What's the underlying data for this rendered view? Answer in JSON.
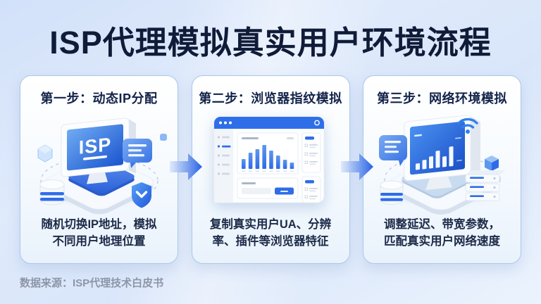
{
  "page": {
    "title": "ISP代理模拟真实用户环境流程",
    "footer": "数据来源：ISP代理技术白皮书"
  },
  "colors": {
    "accent_blue": "#2f6de8",
    "deep_blue": "#1c55d0",
    "screen_gradient": [
      "#6fabf3",
      "#1a54cf"
    ],
    "title_navy": "#101b38",
    "body_navy": "#1d2b49",
    "footer_gray": "#8d96a8",
    "card_border": "#aac7e7"
  },
  "steps": [
    {
      "title": "第一步：动态IP分配",
      "desc_line1": "随机切换IP地址，模拟",
      "desc_line2": "不同用户地理位置",
      "screen_label": "ISP",
      "illustration": "isp-monitor-on-platform",
      "icons": [
        "hexagon-icon",
        "chat-bubble-icon",
        "database-icon",
        "shield-check-icon"
      ]
    },
    {
      "title": "第二步：浏览器指纹模拟",
      "desc_line1": "复制真实用户UA、分辨",
      "desc_line2": "率、插件等浏览器特征",
      "illustration": "browser-dashboard-window",
      "icons": [
        "window-dots-icon",
        "sidebar-menu",
        "bar-chart",
        "list-card",
        "primary-button"
      ]
    },
    {
      "title": "第三步：网络环境模拟",
      "desc_line1": "调整延迟、带宽参数，",
      "desc_line2": "匹配真实用户网络速度",
      "illustration": "network-monitor-on-platform",
      "icons": [
        "wifi-icon",
        "message-card-icon",
        "cube-icon",
        "database-icon",
        "server-stack-icon"
      ]
    }
  ]
}
